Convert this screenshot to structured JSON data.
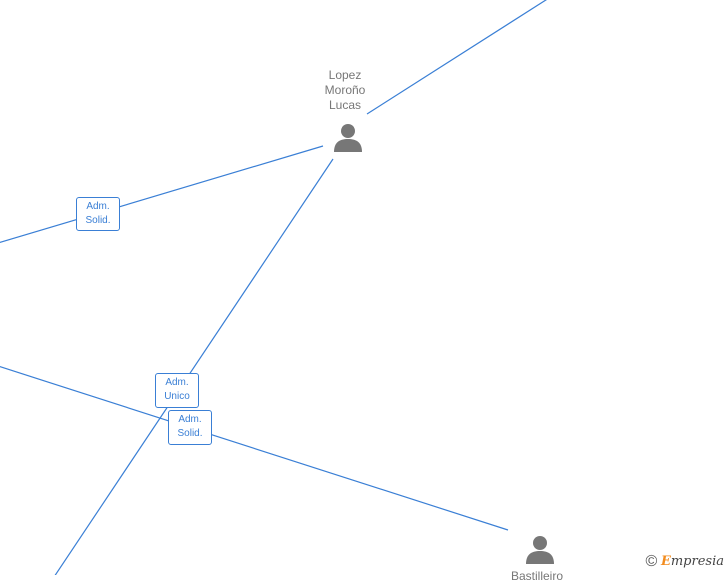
{
  "nodes": [
    {
      "id": "lopez",
      "label": [
        "Lopez",
        "Moroño",
        "Lucas"
      ]
    },
    {
      "id": "bastilleiro",
      "label": [
        "Bastilleiro"
      ]
    }
  ],
  "roles": [
    {
      "id": "role-1",
      "lines": [
        "Adm.",
        "Solid."
      ]
    },
    {
      "id": "role-2",
      "lines": [
        "Adm.",
        "Unico"
      ]
    },
    {
      "id": "role-3",
      "lines": [
        "Adm.",
        "Solid."
      ]
    }
  ],
  "brand": {
    "copyright": "©",
    "e": "E",
    "rest": "mpresia"
  },
  "colors": {
    "edge": "#3a7fd5",
    "icon": "#777777",
    "brand_accent": "#f28c1f"
  },
  "icons": {
    "person": "person-icon"
  }
}
